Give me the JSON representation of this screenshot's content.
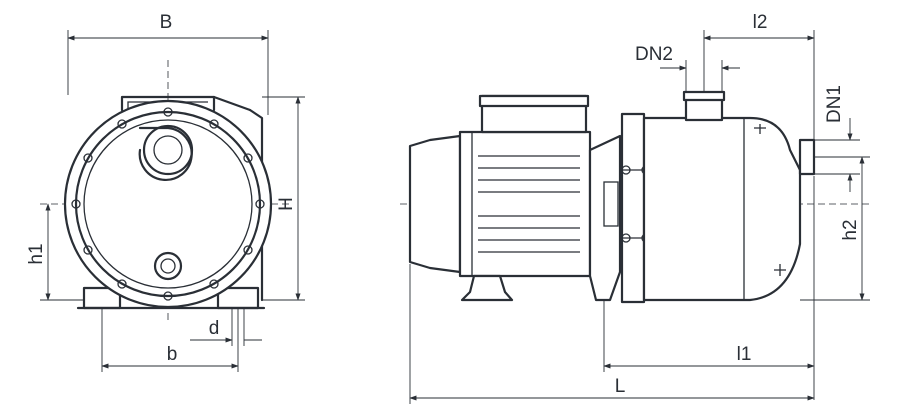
{
  "dimensions": {
    "B": "B",
    "H": "H",
    "h1": "h1",
    "b": "b",
    "d": "d",
    "DN2": "DN2",
    "l2": "l2",
    "DN1": "DN1",
    "h2": "h2",
    "l1": "l1",
    "L": "L"
  },
  "colors": {
    "line": "#2a2f36",
    "background": "#ffffff"
  }
}
